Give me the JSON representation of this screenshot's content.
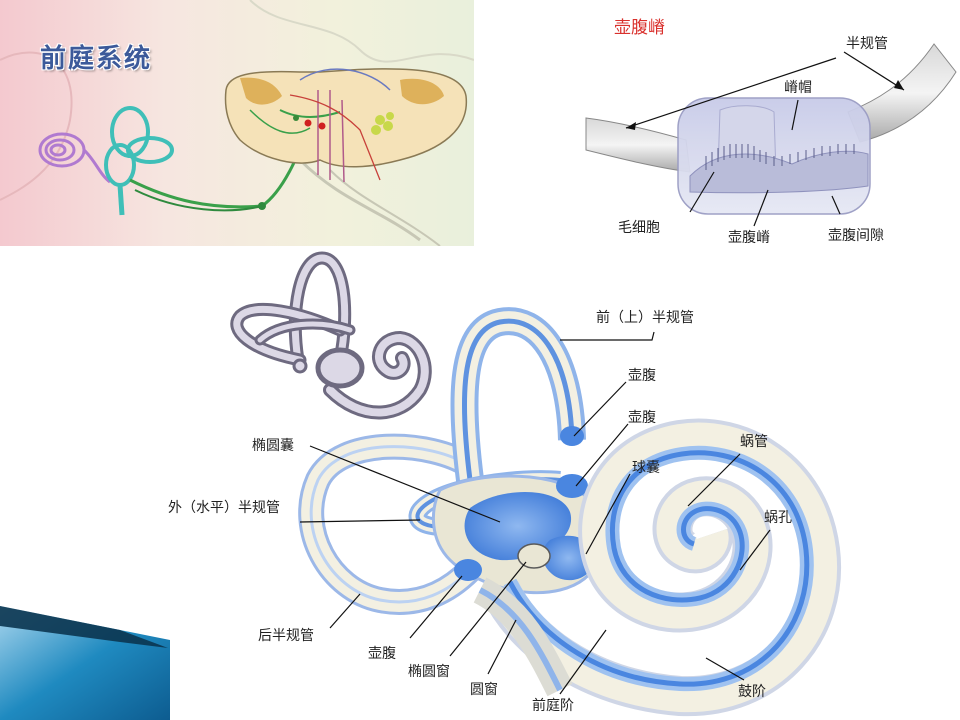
{
  "vestibular_panel": {
    "title": "前庭系统"
  },
  "crista_panel": {
    "title": "壶腹嵴",
    "labels": {
      "semicircular_canal": "半规管",
      "cupula": "嵴帽",
      "hair_cells": "毛细胞",
      "crista_ampullaris": "壶腹嵴",
      "ampullary_gap": "壶腹间隙"
    }
  },
  "inner_ear_panel": {
    "labels": {
      "anterior_canal": "前（上）半规管",
      "ampulla_1": "壶腹",
      "ampulla_2": "壶腹",
      "utricle": "椭圆囊",
      "saccule": "球囊",
      "cochlear_duct": "蜗管",
      "horizontal_canal": "外（水平）半规管",
      "helicotrema": "蜗孔",
      "posterior_canal": "后半规管",
      "ampulla_3": "壶腹",
      "oval_window": "椭圆窗",
      "round_window": "圆窗",
      "scala_vestibuli": "前庭阶",
      "scala_tympani": "鼓阶"
    }
  },
  "colors": {
    "title_blue": "#3c5a9a",
    "crista_title_red": "#d9302c",
    "labyrinth_blue": "#4a86e0",
    "slide_accent_blue": "#1f8ac0"
  }
}
